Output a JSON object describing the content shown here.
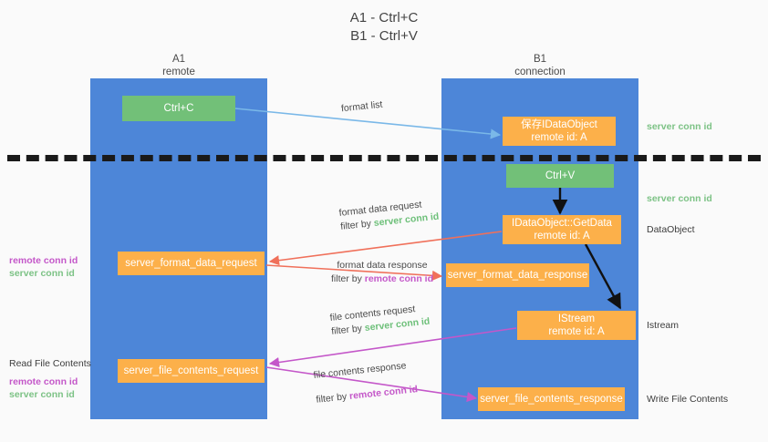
{
  "title": {
    "line1": "A1 - Ctrl+C",
    "line2": "B1 - Ctrl+V"
  },
  "lanes": [
    {
      "name": "A1",
      "sub": "remote"
    },
    {
      "name": "B1",
      "sub": "connection"
    }
  ],
  "nodes": {
    "ctrl_c": {
      "line1": "Ctrl+C",
      "line2": ""
    },
    "save_dataobject": {
      "line1": "保存IDataObject",
      "line2": "remote id: A"
    },
    "ctrl_v": {
      "line1": "Ctrl+V",
      "line2": ""
    },
    "getdata": {
      "line1": "IDataObject::GetData",
      "line2": "remote id: A"
    },
    "server_format_data_request": {
      "line1": "server_format_data_request",
      "line2": ""
    },
    "server_format_data_response": {
      "line1": "server_format_data_response",
      "line2": ""
    },
    "istream": {
      "line1": "IStream",
      "line2": "remote id: A"
    },
    "server_file_contents_request": {
      "line1": "server_file_contents_request",
      "line2": ""
    },
    "server_file_contents_response": {
      "line1": "server_file_contents_response",
      "line2": ""
    }
  },
  "captions": {
    "format_list": "format list",
    "format_data_request": "format data request",
    "format_data_request_filter_prefix": "filter by ",
    "format_data_request_filter_id": "server conn id",
    "format_data_response": "format data response",
    "format_data_response_filter_prefix": "filter by ",
    "format_data_response_filter_id": "remote conn id",
    "file_contents_request": "file contents request",
    "file_contents_request_filter_prefix": "filter by ",
    "file_contents_request_filter_id": "server conn id",
    "file_contents_response": "file contents response",
    "file_contents_response_filter_prefix": "filter by ",
    "file_contents_response_filter_id": "remote conn id"
  },
  "annotations": {
    "server_conn_id_top": "server conn id",
    "server_conn_id_mid": "server conn id",
    "dataobject": "DataObject",
    "istream": "Istream",
    "write_file_contents": "Write File Contents",
    "read_file_contents": "Read File Contents",
    "left_ids_mid": {
      "remote": "remote conn id",
      "server": "server conn id"
    },
    "left_ids_bottom": {
      "remote": "remote conn id",
      "server": "server conn id"
    }
  },
  "colors": {
    "lane": "#4d86d8",
    "green_node": "#72c078",
    "orange_node": "#fcb04a",
    "green_text": "#7cc285",
    "magenta_text": "#c457c9",
    "arrow_blue": "#7ab8e8",
    "arrow_red": "#f0705a",
    "arrow_magenta": "#c457c9",
    "arrow_black": "#111111",
    "background": "#fafafa"
  }
}
